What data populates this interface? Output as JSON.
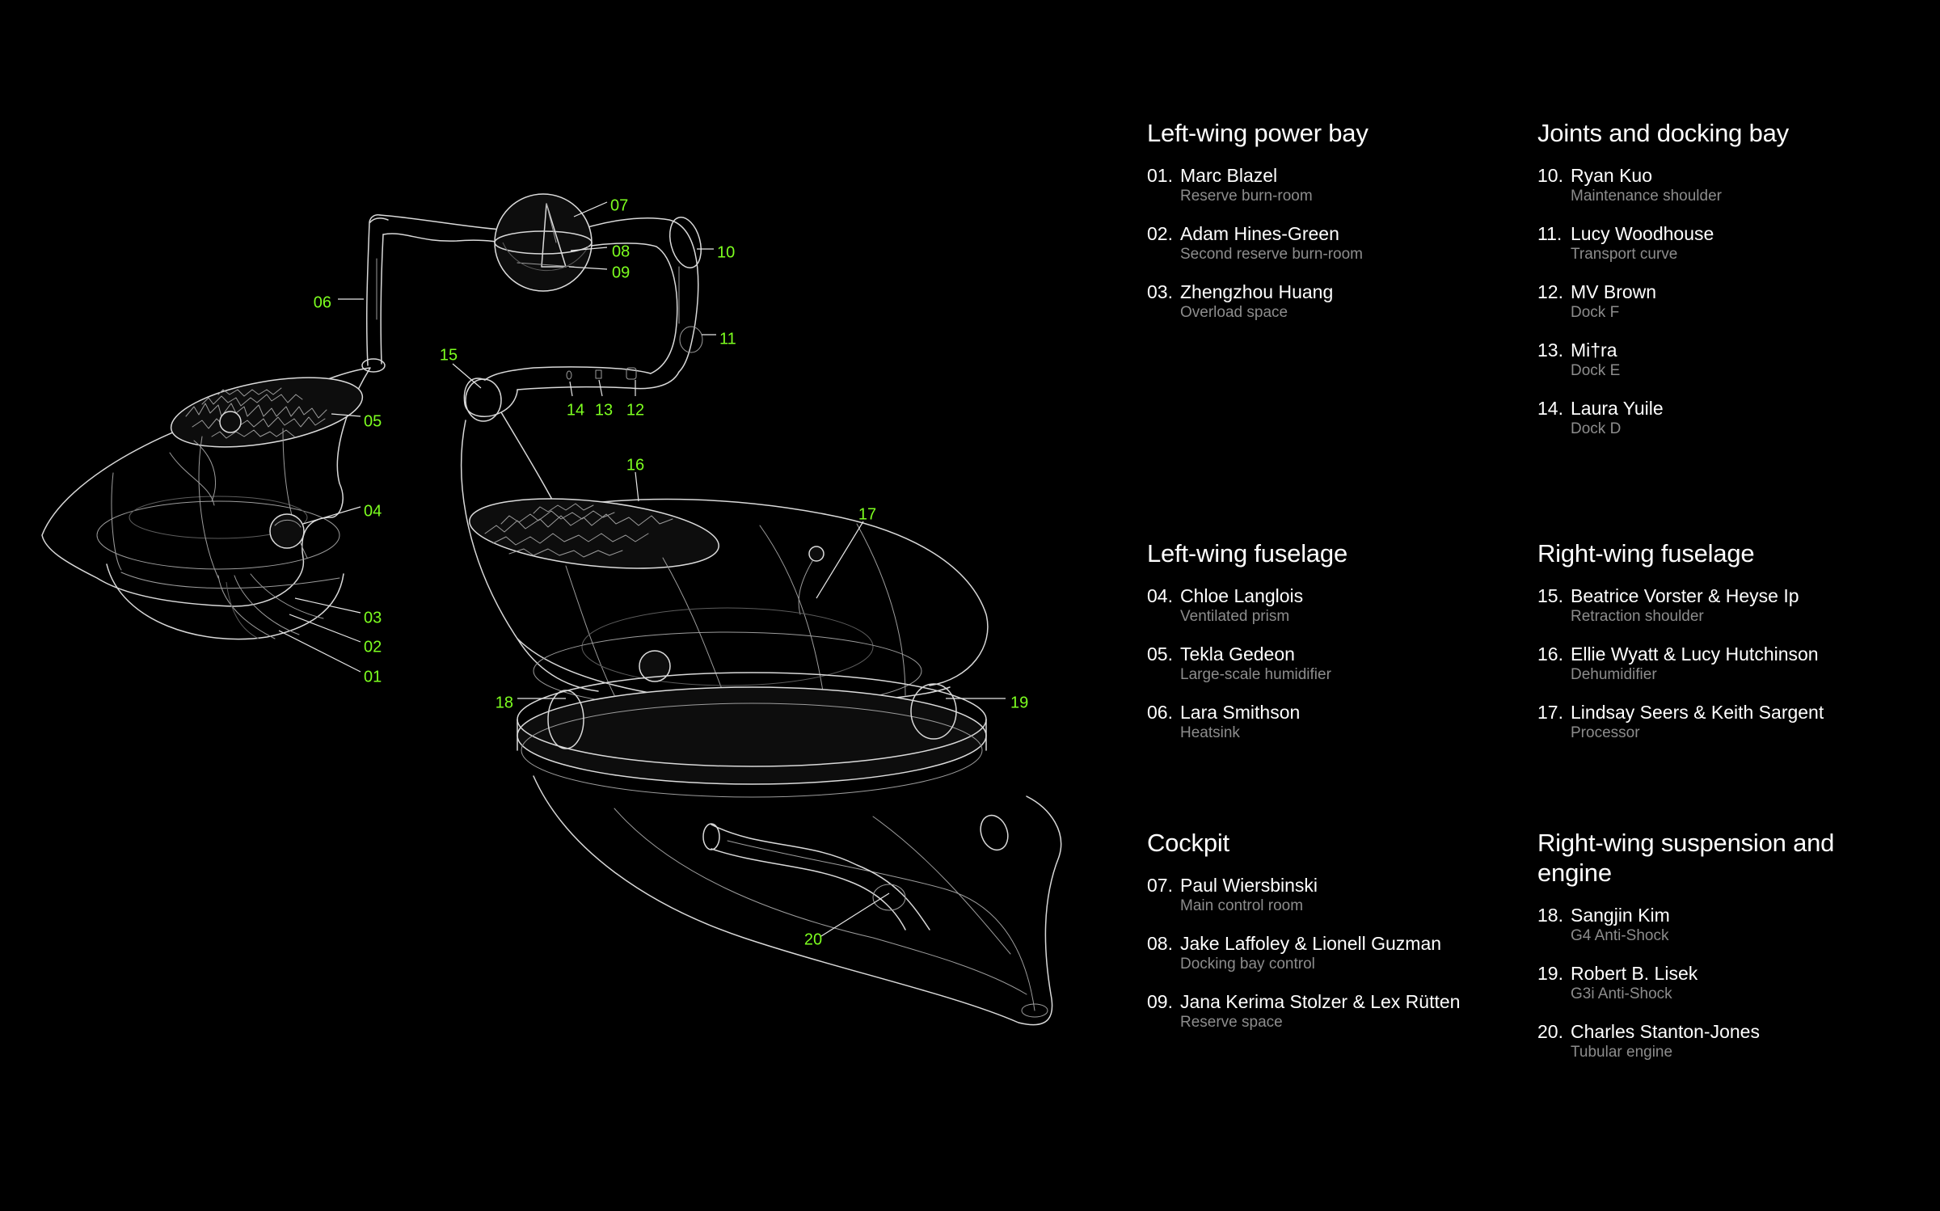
{
  "callouts": [
    "01",
    "02",
    "03",
    "04",
    "05",
    "06",
    "07",
    "08",
    "09",
    "10",
    "11",
    "12",
    "13",
    "14",
    "15",
    "16",
    "17",
    "18",
    "19",
    "20"
  ],
  "colors": {
    "background": "#000000",
    "callout": "#7dff1f",
    "line": "#d9d9d9",
    "heading": "#ffffff",
    "description": "#8c8c8c"
  },
  "legend": [
    {
      "title": "Left-wing power bay",
      "items": [
        {
          "num": "01.",
          "name": "Marc Blazel",
          "desc": "Reserve burn-room"
        },
        {
          "num": "02.",
          "name": "Adam Hines-Green",
          "desc": "Second reserve burn-room"
        },
        {
          "num": "03.",
          "name": "Zhengzhou Huang",
          "desc": "Overload space"
        }
      ]
    },
    {
      "title": "Joints and docking bay",
      "items": [
        {
          "num": "10.",
          "name": "Ryan Kuo",
          "desc": "Maintenance shoulder"
        },
        {
          "num": "11.",
          "name": "Lucy Woodhouse",
          "desc": "Transport curve"
        },
        {
          "num": "12.",
          "name": "MV Brown",
          "desc": "Dock F"
        },
        {
          "num": "13.",
          "name": "Mi†ra",
          "desc": "Dock E"
        },
        {
          "num": "14.",
          "name": "Laura Yuile",
          "desc": "Dock D"
        }
      ]
    },
    {
      "title": "Left-wing fuselage",
      "items": [
        {
          "num": "04.",
          "name": "Chloe Langlois",
          "desc": "Ventilated prism"
        },
        {
          "num": "05.",
          "name": "Tekla Gedeon",
          "desc": "Large-scale humidifier"
        },
        {
          "num": "06.",
          "name": "Lara Smithson",
          "desc": "Heatsink"
        }
      ]
    },
    {
      "title": "Right-wing fuselage",
      "items": [
        {
          "num": "15.",
          "name": "Beatrice Vorster & Heyse Ip",
          "desc": "Retraction shoulder"
        },
        {
          "num": "16.",
          "name": "Ellie Wyatt & Lucy Hutchinson",
          "desc": "Dehumidifier"
        },
        {
          "num": "17.",
          "name": "Lindsay Seers & Keith Sargent",
          "desc": "Processor"
        }
      ]
    },
    {
      "title": "Cockpit",
      "items": [
        {
          "num": "07.",
          "name": "Paul Wiersbinski",
          "desc": "Main control room"
        },
        {
          "num": "08.",
          "name": "Jake Laffoley & Lionell Guzman",
          "desc": "Docking bay control"
        },
        {
          "num": "09.",
          "name": "Jana Kerima Stolzer & Lex Rütten",
          "desc": "Reserve space"
        }
      ]
    },
    {
      "title": "Right-wing suspension and engine",
      "items": [
        {
          "num": "18.",
          "name": "Sangjin Kim",
          "desc": "G4 Anti-Shock"
        },
        {
          "num": "19.",
          "name": "Robert B. Lisek",
          "desc": "G3i Anti-Shock"
        },
        {
          "num": "20.",
          "name": "Charles Stanton-Jones",
          "desc": "Tubular engine"
        }
      ]
    }
  ]
}
